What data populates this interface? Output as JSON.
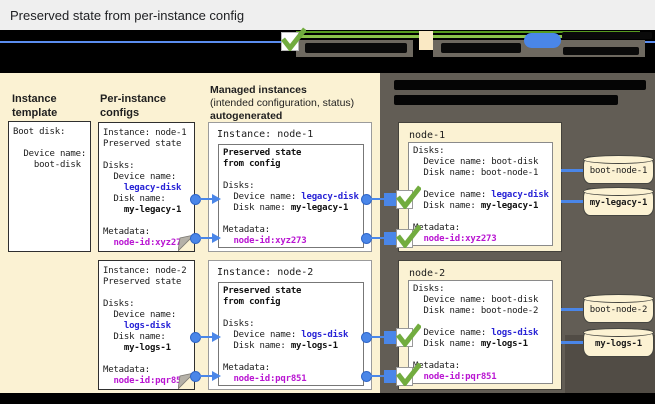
{
  "window": {
    "title": "Preserved state from per-instance config"
  },
  "colors": {
    "accent_blue": "#4a86e8",
    "link_blue": "#2823d6",
    "metadata_magenta": "#b915d2",
    "check_green": "#72ac3f",
    "panel_beige": "#fbf2d3",
    "panel_dark": "#625d55",
    "band_black": "#000000"
  },
  "legend": {
    "items": [
      {
        "icon": "checkbox-check-icon"
      },
      {
        "icon": "intended-config-box-icon"
      },
      {
        "icon": "reference-pill-icon"
      }
    ]
  },
  "columns": {
    "instance_template": {
      "header_line1": "Instance",
      "header_line2": "template"
    },
    "per_instance_configs": {
      "header_line1": "Per-instance",
      "header_line2": "configs"
    },
    "managed_instances": {
      "header_line1": "Managed instances",
      "header_line2": "(intended configuration, status)",
      "header_line3": "autogenerated"
    }
  },
  "boxes": {
    "template": {
      "lines": [
        [
          {
            "t": "Boot disk:"
          }
        ],
        [],
        [
          {
            "t": "  Device name:"
          }
        ],
        [
          {
            "t": "    boot-disk"
          }
        ]
      ]
    },
    "pic_node1": {
      "lines": [
        [
          {
            "t": "Instance: node-1"
          }
        ],
        [
          {
            "t": "Preserved state"
          }
        ],
        [],
        [
          {
            "t": "Disks:"
          }
        ],
        [
          {
            "t": "  Device name:"
          }
        ],
        [
          {
            "t": "    "
          },
          {
            "t": "legacy-disk",
            "s": "blue"
          }
        ],
        [
          {
            "t": "  Disk name:"
          }
        ],
        [
          {
            "t": "    "
          },
          {
            "t": "my-legacy-1",
            "s": "b"
          }
        ],
        [],
        [
          {
            "t": "Metadata:"
          }
        ],
        [
          {
            "t": "  "
          },
          {
            "t": "node-id:xyz273",
            "s": "mag"
          }
        ]
      ]
    },
    "pic_node2": {
      "lines": [
        [
          {
            "t": "Instance: node-2"
          }
        ],
        [
          {
            "t": "Preserved state"
          }
        ],
        [],
        [
          {
            "t": "Disks:"
          }
        ],
        [
          {
            "t": "  Device name:"
          }
        ],
        [
          {
            "t": "    "
          },
          {
            "t": "logs-disk",
            "s": "blue"
          }
        ],
        [
          {
            "t": "  Disk name:"
          }
        ],
        [
          {
            "t": "    "
          },
          {
            "t": "my-logs-1",
            "s": "b"
          }
        ],
        [],
        [
          {
            "t": "Metadata:"
          }
        ],
        [
          {
            "t": "  "
          },
          {
            "t": "node-id:pqr851",
            "s": "mag"
          }
        ]
      ]
    },
    "mi_node1": {
      "title": "Instance: node-1",
      "lines": [
        [
          {
            "t": "Preserved state",
            "s": "b"
          }
        ],
        [
          {
            "t": "from config",
            "s": "b"
          }
        ],
        [],
        [
          {
            "t": "Disks:"
          }
        ],
        [
          {
            "t": "  Device name: "
          },
          {
            "t": "legacy-disk",
            "s": "blue"
          }
        ],
        [
          {
            "t": "  Disk name: "
          },
          {
            "t": "my-legacy-1",
            "s": "b"
          }
        ],
        [],
        [
          {
            "t": "Metadata:"
          }
        ],
        [
          {
            "t": "  "
          },
          {
            "t": "node-id:xyz273",
            "s": "mag"
          }
        ]
      ]
    },
    "mi_node2": {
      "title": "Instance: node-2",
      "lines": [
        [
          {
            "t": "Preserved state",
            "s": "b"
          }
        ],
        [
          {
            "t": "from config",
            "s": "b"
          }
        ],
        [],
        [
          {
            "t": "Disks:"
          }
        ],
        [
          {
            "t": "  Device name: "
          },
          {
            "t": "logs-disk",
            "s": "blue"
          }
        ],
        [
          {
            "t": "  Disk name: "
          },
          {
            "t": "my-logs-1",
            "s": "b"
          }
        ],
        [],
        [
          {
            "t": "Metadata:"
          }
        ],
        [
          {
            "t": "  "
          },
          {
            "t": "node-id:pqr851",
            "s": "mag"
          }
        ]
      ]
    },
    "vm_node1": {
      "title": "node-1",
      "lines": [
        [
          {
            "t": "Disks:"
          }
        ],
        [
          {
            "t": "  Device name: boot-disk"
          }
        ],
        [
          {
            "t": "  Disk name: boot-node-1"
          }
        ],
        [],
        [
          {
            "t": "  Device name: "
          },
          {
            "t": "legacy-disk",
            "s": "blue"
          }
        ],
        [
          {
            "t": "  Disk name: "
          },
          {
            "t": "my-legacy-1",
            "s": "b"
          }
        ],
        [],
        [
          {
            "t": "Metadata:"
          }
        ],
        [
          {
            "t": "  "
          },
          {
            "t": "node-id:xyz273",
            "s": "mag"
          }
        ]
      ]
    },
    "vm_node2": {
      "title": "node-2",
      "lines": [
        [
          {
            "t": "Disks:"
          }
        ],
        [
          {
            "t": "  Device name: boot-disk"
          }
        ],
        [
          {
            "t": "  Disk name: boot-node-2"
          }
        ],
        [],
        [
          {
            "t": "  Device name: "
          },
          {
            "t": "logs-disk",
            "s": "blue"
          }
        ],
        [
          {
            "t": "  Disk name: "
          },
          {
            "t": "my-logs-1",
            "s": "b"
          }
        ],
        [],
        [
          {
            "t": "Metadata:"
          }
        ],
        [
          {
            "t": "  "
          },
          {
            "t": "node-id:pqr851",
            "s": "mag"
          }
        ]
      ]
    }
  },
  "disks": {
    "node1": [
      {
        "label": "boot-node-1",
        "bold": false
      },
      {
        "label": "my-legacy-1",
        "bold": true
      }
    ],
    "node2": [
      {
        "label": "boot-node-2",
        "bold": false
      },
      {
        "label": "my-logs-1",
        "bold": true
      }
    ]
  }
}
